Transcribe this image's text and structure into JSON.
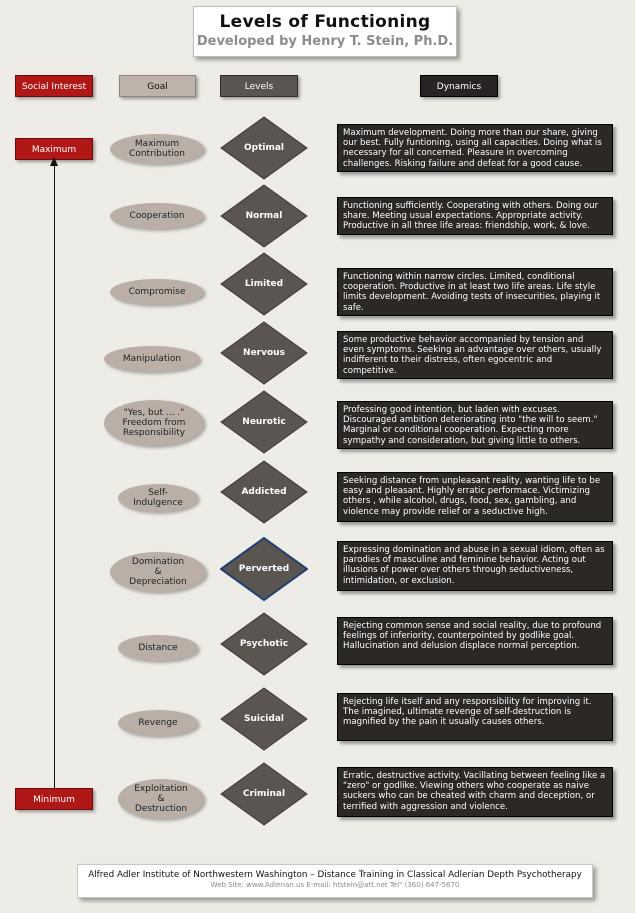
{
  "title": "Levels of Functioning",
  "subtitle": "Developed by Henry T. Stein, Ph.D.",
  "headers": {
    "social_interest": "Social Interest",
    "goal": "Goal",
    "levels": "Levels",
    "dynamics": "Dynamics"
  },
  "axis": {
    "maximum": "Maximum",
    "minimum": "Minimum"
  },
  "rows": [
    {
      "goal": "Maximum\nContribution",
      "level": "Optimal",
      "dynamics": "Maximum development. Doing more than our share, giving our best. Fully funtioning, using all capacities. Doing what is necessary for all concerned. Pleasure in overcoming challenges. Risking failure and defeat for a good cause."
    },
    {
      "goal": "Cooperation",
      "level": "Normal",
      "dynamics": "Functioning sufficiently. Cooperating with others. Doing our share. Meeting usual expectations. Appropriate activity. Productive in all three life areas: friendship, work, & love."
    },
    {
      "goal": "Compromise",
      "level": "Limited",
      "dynamics": "Functioning within narrow circles. Limited, conditional cooperation. Productive in at least two life areas. Life style limits development. Avoiding tests of insecurities, playing it safe."
    },
    {
      "goal": "Manipulation",
      "level": "Nervous",
      "dynamics": "Some productive behavior accompanied by tension and even symptoms.  Seeking an advantage over others, usually indifferent to their distress, often egocentric and competitive."
    },
    {
      "goal": "\"Yes, but ... .\"\nFreedom from\nResponsibility",
      "level": "Neurotic",
      "dynamics": "Professing good intention, but laden with excuses. Discouraged ambition deteriorating into \"the will to seem.\" Marginal or conditional cooperation.  Expecting more sympathy and consideration, but giving little to others."
    },
    {
      "goal": "Self-\nIndulgence",
      "level": "Addicted",
      "dynamics": "Seeking distance from unpleasant reality, wanting life to be easy and pleasant. Highly erratic performace.    Victimizing others , while alcohol, drugs, food, sex, gambling, and violence may provide relief or a seductive high."
    },
    {
      "goal": "Domination\n&\nDepreciation",
      "level": "Perverted",
      "dynamics": "Expressing domination and abuse in a sexual idiom, often as parodies of masculine and feminine behavior.  Acting out illusions of power over others through seductiveness, intimidation, or exclusion."
    },
    {
      "goal": "Distance",
      "level": "Psychotic",
      "dynamics": "Rejecting common sense and social reality, due to profound feelings of inferiority, counterpointed by godlike goal. Hallucination and delusion displace normal perception."
    },
    {
      "goal": "Revenge",
      "level": "Suicidal",
      "dynamics": "Rejecting life itself and any responsibility for improving it. The imagined, ultimate revenge of self-destruction is magnified by the pain it usually causes others."
    },
    {
      "goal": "Exploitation\n&\nDestruction",
      "level": "Criminal",
      "dynamics": "Erratic,  destructive activity.  Vacillating between feeling like a \"zero\" or godlike.  Viewing others who cooperate as naive suckers who can be cheated with charm and deception, or terrified with aggression and violence."
    }
  ],
  "colors": {
    "red": "#b01717",
    "goal_fill": "#b9afa7",
    "diamond_fill": "#5b5551",
    "diamond_highlight_border": "#1e3f73",
    "dynamics_fill": "#2b2826"
  },
  "footer": {
    "line1": "Alfred Adler Institute of Northwestern Washington – Distance Training in Classical Adlerian Depth Psychotherapy",
    "line2": "Web Site: www.Adlerian.us    E-mail: htstein@att.net    Tel\" (360) 647-5670"
  }
}
